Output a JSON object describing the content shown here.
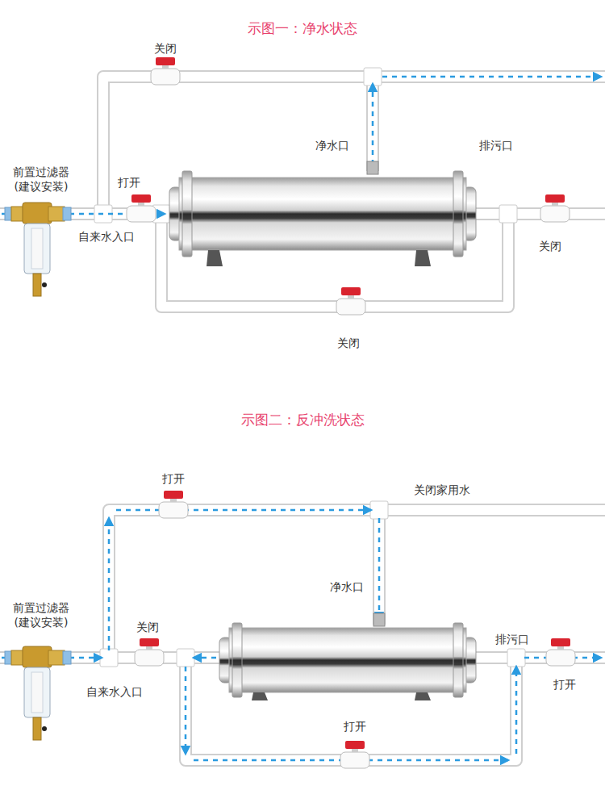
{
  "diagram": {
    "labels": [
      "示图一：净水状态",
      "关闭",
      "净水口",
      "排污口",
      "前置过滤器 (建议安装)",
      "打开",
      "自来水入口",
      "关闭",
      "关闭",
      "示图二：反冲洗状态",
      "打开",
      "关闭家用水",
      "净水口",
      "前置过滤器 (建议安装)",
      "关闭",
      "自来水入口",
      "排污口",
      "打开",
      "打开"
    ]
  }
}
